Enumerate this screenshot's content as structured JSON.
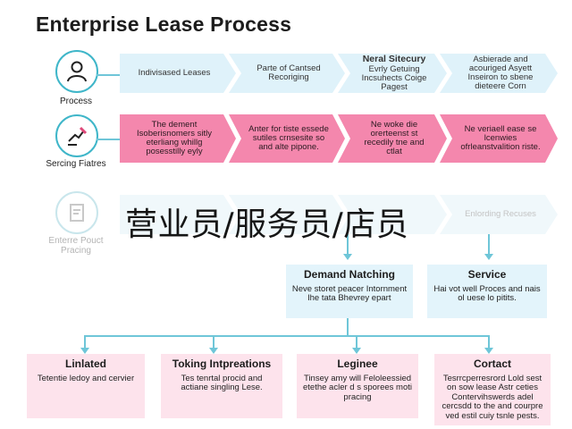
{
  "title": "Enterprise Lease Process",
  "overlay_text": "营业员/服务员/店员",
  "rows": [
    {
      "label": "Process",
      "icon": "user-icon",
      "steps": [
        {
          "text": "Indivisased Leases"
        },
        {
          "text": "Parte of Cantsed Recoriging"
        },
        {
          "head": "Neral Sitecury",
          "text": "Evrly Getuing Incsuhects Coige Pagest"
        },
        {
          "text": "Asbierade and acouriged Asyett Inseiron to sbene dieteere Corn"
        }
      ]
    },
    {
      "label": "Sercing Fiatres",
      "icon": "hand-pen-icon",
      "steps": [
        {
          "text": "The dement Isoberisnomers sitly eterliang whillg posesstilly eyly"
        },
        {
          "text": "Anter for tiste essede sutiles crnsesite so and alte pipone."
        },
        {
          "text": "Ne woke die orerteenst st recedily tne and ctlat"
        },
        {
          "text": "Ne veriaell ease se lcenwies ofrleanstvalition riste."
        }
      ]
    },
    {
      "label": "Enterre Pouct Pracing",
      "icon": "document-icon",
      "steps": [
        {
          "text": "Enlording Recuses"
        }
      ]
    }
  ],
  "mid_boxes": [
    {
      "head": "Demand Natching",
      "text": "Neve storet peacer Intornment lhe tata Bhevrey epart"
    },
    {
      "head": "Service",
      "text": "Hai vot well Proces and nais ol uese lo pitits."
    }
  ],
  "bottom_boxes": [
    {
      "head": "Linlated",
      "text": "Tetentie ledoy and cervier"
    },
    {
      "head": "Toking Intpreations",
      "text": "Tes tenrtal procid and actiane singling Lese."
    },
    {
      "head": "Leginee",
      "text": "Tinsey amy will Feloleessied etethe acler d s sporees moti pracing"
    },
    {
      "head": "Cortact",
      "text": "Tesrrcperresrord Lold sest on sow lease Astr ceties Contervihswerds adel cercsdd to the and courpre ved estil cuiy tsnle pests."
    }
  ]
}
